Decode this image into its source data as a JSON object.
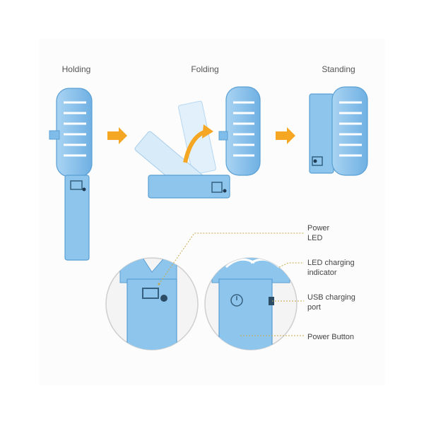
{
  "stages": {
    "holding": "Holding",
    "folding": "Folding",
    "standing": "Standing"
  },
  "callouts": {
    "power_led": "Power\nLED",
    "led_indicator": "LED charging\nindicator",
    "usb_port": "USB charging\nport",
    "power_button": "Power Button"
  },
  "colors": {
    "fan_blue": "#8ec5ec",
    "fan_dark": "#5a9fd4",
    "fan_light": "#cfe6f8",
    "arrow_orange": "#f5a623",
    "callout_line": "#c9a94a"
  }
}
